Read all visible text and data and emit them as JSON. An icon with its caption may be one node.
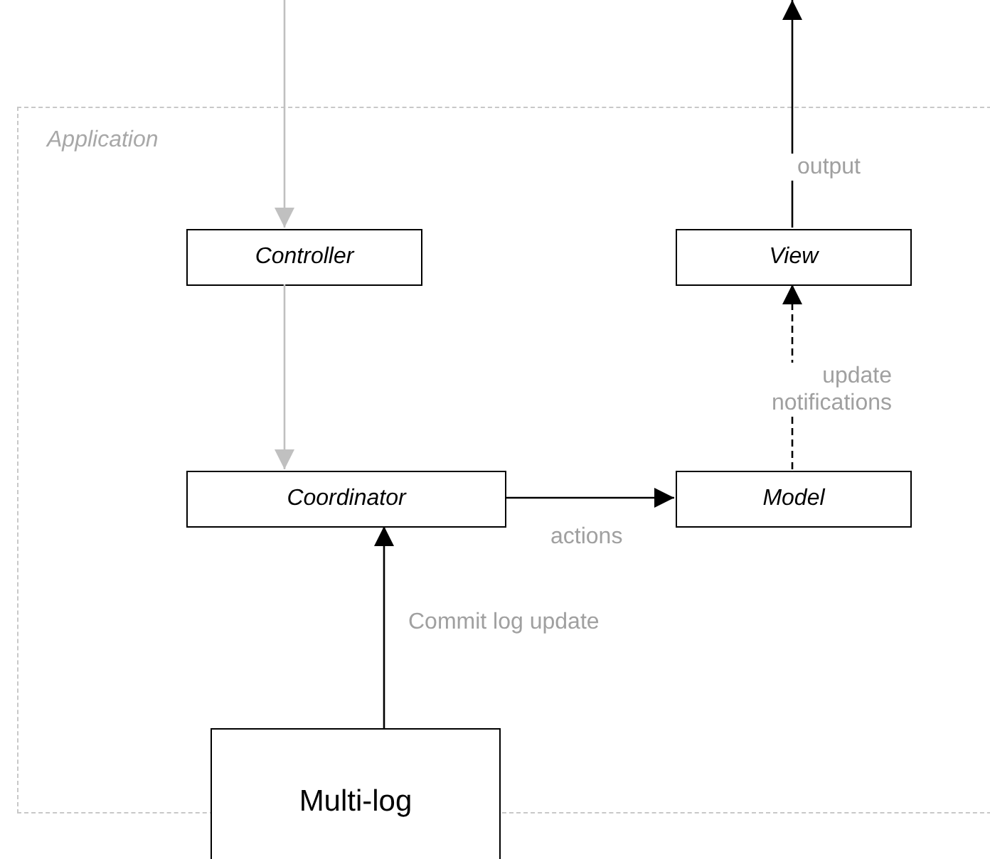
{
  "diagram": {
    "nodes": [
      {
        "text": [
          "Application"
        ]
      },
      {
        "text": [
          "Controller"
        ],
        "in": 0
      },
      {
        "text": [
          "View"
        ],
        "in": 0
      },
      {
        "text": [
          "Coordinator"
        ],
        "in": 0
      },
      {
        "text": [
          "Model"
        ],
        "in": 0
      },
      {
        "text": [
          "Multi-log"
        ]
      }
    ],
    "edges": [
      {
        "from": null,
        "to": 1,
        "arrow": "to",
        "color": "#c0c0c0"
      },
      {
        "from": 1,
        "to": 3,
        "arrow": "to",
        "color": "#c0c0c0"
      },
      {
        "from": 3,
        "to": 4,
        "arrow": "to",
        "label": "actions"
      },
      {
        "from": 4,
        "to": 2,
        "arrow": "to",
        "style": "dashed",
        "label": "update notifications"
      },
      {
        "from": 2,
        "to": null,
        "arrow": "to",
        "label": "output"
      },
      {
        "from": 5,
        "to": 3,
        "arrow": "to",
        "label": "Commit log update"
      }
    ]
  }
}
